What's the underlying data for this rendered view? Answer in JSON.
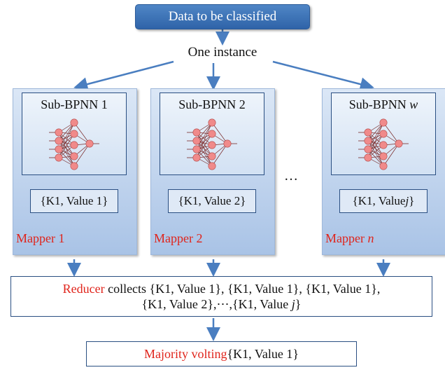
{
  "top": {
    "label": "Data to be classified"
  },
  "instance": {
    "label": "One instance"
  },
  "mappers": [
    {
      "sub_label": "Sub-BPNN 1",
      "sub_var": "",
      "kv_text": "{K1, Value 1}",
      "kv_var": "",
      "kv_end": "",
      "mapper_text": "Mapper 1",
      "mapper_var": ""
    },
    {
      "sub_label": "Sub-BPNN 2",
      "sub_var": "",
      "kv_text": "{K1, Value 2}",
      "kv_var": "",
      "kv_end": "",
      "mapper_text": "Mapper 2",
      "mapper_var": ""
    },
    {
      "sub_label": "Sub-BPNN ",
      "sub_var": "w",
      "kv_text": "{K1, Value ",
      "kv_var": "j",
      "kv_end": "}",
      "mapper_text": "Mapper ",
      "mapper_var": "n"
    }
  ],
  "ellipsis": "…",
  "reducer": {
    "keyword": "Reducer",
    "line1": " collects {K1, Value 1}, {K1, Value 1}, {K1, Value 1},",
    "line2": "{K1, Value 2},⋯,{K1, Value ",
    "line2_var": "j",
    "line2_end": "}"
  },
  "majority": {
    "keyword": "Majority volting",
    "rest": " {K1, Value 1}"
  },
  "colors": {
    "arrow": "#4a7ec0",
    "highlight": "#e0241b",
    "node": "#f08a8a"
  }
}
